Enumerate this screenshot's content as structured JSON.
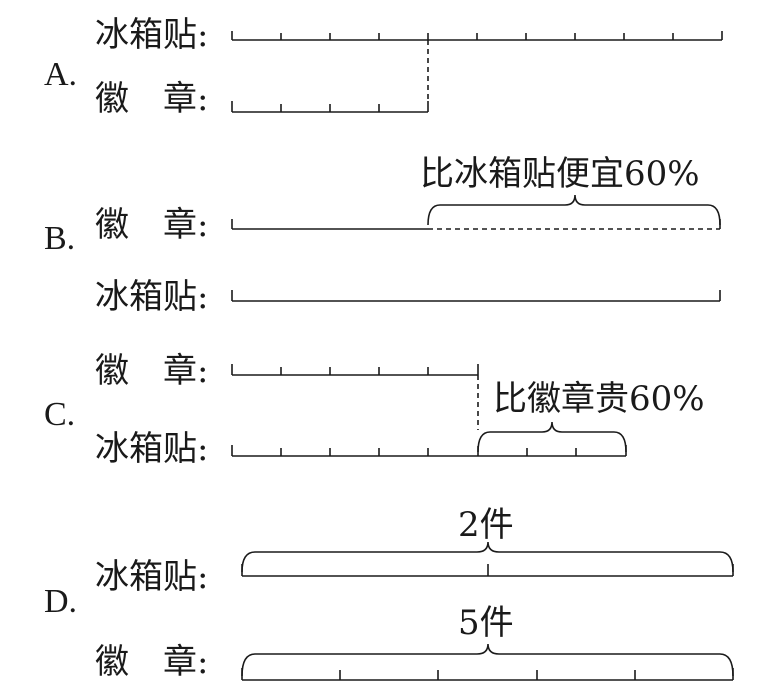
{
  "options": [
    {
      "letter": "A.",
      "row1": {
        "c1": "冰",
        "c2": "箱",
        "c3": "贴",
        "colon": ":"
      },
      "row2": {
        "c1": "徽",
        "c2": "",
        "c3": "章",
        "colon": ":"
      },
      "note": "",
      "row1_units": 10,
      "row2_units": 4
    },
    {
      "letter": "B.",
      "row1": {
        "c1": "徽",
        "c2": "",
        "c3": "章",
        "colon": ":"
      },
      "row2": {
        "c1": "冰",
        "c2": "箱",
        "c3": "贴",
        "colon": ":"
      },
      "note": "比冰箱贴便宜60%",
      "cheaper_percent": 60
    },
    {
      "letter": "C.",
      "row1": {
        "c1": "徽",
        "c2": "",
        "c3": "章",
        "colon": ":"
      },
      "row2": {
        "c1": "冰",
        "c2": "箱",
        "c3": "贴",
        "colon": ":"
      },
      "note": "比徽章贵60%",
      "row1_units": 5,
      "row2_units": 8,
      "more_percent": 60
    },
    {
      "letter": "D.",
      "row1": {
        "c1": "冰",
        "c2": "箱",
        "c3": "贴",
        "colon": ":"
      },
      "row2": {
        "c1": "徽",
        "c2": "",
        "c3": "章",
        "colon": ":"
      },
      "note1": "2件",
      "note2": "5件",
      "row1_units": 2,
      "row2_units": 5
    }
  ]
}
